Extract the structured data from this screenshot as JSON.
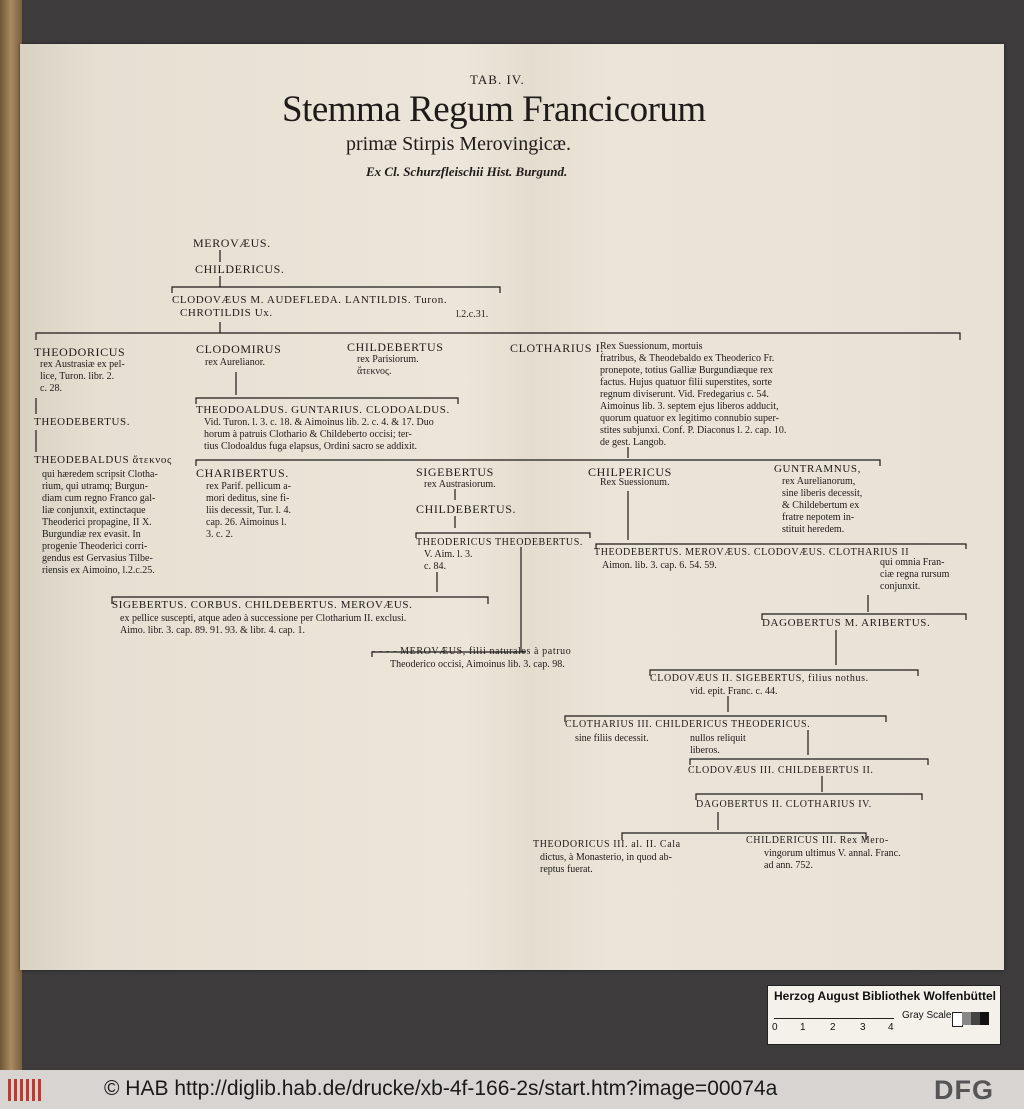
{
  "document": {
    "tab_label": "TAB. IV.",
    "title": "Stemma Regum Francicorum",
    "subtitle": "primæ Stirpis Merovingicæ.",
    "source": "Ex Cl. Schurzfleischii Hist. Burgund.",
    "nodes": {
      "merovaeus": "MEROVÆUS.",
      "childericus": "CHILDERICUS.",
      "clodovaeus_line": "CLODOVÆUS M. AUDEFLEDA. LANTILDIS. Turon.",
      "chrotildis": "CHROTILDIS Ux.",
      "chrotildis_ref": "l.2.c.31.",
      "theodoricus_name": "THEODORICUS",
      "theodoricus_note": "rex Austrasiæ ex pel-\nlice, Turon. libr. 2.\nc. 28.",
      "theodebertus": "THEODEBERTUS.",
      "theodebaldus_name": "THEODEBALDUS ἄτεκνος",
      "theodebaldus_note": "qui hæredem scripsit Clotha-\nrium, qui utramq; Burgun-\ndiam cum regno Franco gal-\nliæ conjunxit, extinctaque\nTheoderici propagine, II X.\nBurgundiæ rex evasit. In\nprogenie Theoderici corri-\ngendus est Gervasius Tilbe-\nriensis ex Aimoino, l.2.c.25.",
      "clodomirus_name": "CLODOMIRUS",
      "clodomirus_note": "rex Aurelianor.",
      "childebertus_name": "CHILDEBERTUS",
      "childebertus_note": "rex Parisiorum.\nἄτεκνος.",
      "clotharius_name": "CLOTHARIUS I.",
      "clotharius_note": "Rex Suessionum, mortuis\nfratribus, & Theodebaldo ex Theoderico Fr.\npronepote, totius Galliæ Burgundiæque rex\nfactus. Hujus quatuor filii superstites, sorte\nregnum diviserunt. Vid. Fredegarius c. 54.\nAimoinus lib. 3. septem ejus liberos adducit,\nquorum quatuor ex legitimo connubio super-\nstites subjunxi. Conf. P. Diaconus l. 2. cap. 10.\nde gest. Langob.",
      "theodoaldus_line": "THEODOALDUS. GUNTARIUS. CLODOALDUS.",
      "theodoaldus_note": "Vid. Turon. l. 3. c. 18. & Aimoinus lib. 2. c. 4. & 17. Duo\nhorum à patruis Clothario & Childeberto occisi; ter-\ntius Clodoaldus fuga elapsus, Ordini sacro se addixit.",
      "charibertus_name": "CHARIBERTUS.",
      "charibertus_note": "rex Parif. pellicum a-\nmori deditus, sine fi-\nliis decessit, Tur. l. 4.\ncap. 26. Aimoinus l.\n3. c. 2.",
      "sigebertus_name": "SIGEBERTUS",
      "sigebertus_note": "rex Austrasiorum.",
      "childebertus2": "CHILDEBERTUS.",
      "theodericus_theodebertus": "THEODERICUS THEODEBERTUS.",
      "theodericus_ref": "V. Aim. l. 3.\nc. 84.",
      "chilpericus_name": "CHILPERICUS",
      "chilpericus_note": "Rex Suessionum.",
      "guntramnus_name": "GUNTRAMNUS,",
      "guntramnus_note": "rex Aurelianorum,\nsine liberis decessit,\n& Childebertum ex\nfratre nepotem in-\nstituit heredem.",
      "theodebertus_line": "THEODEBERTUS. MEROVÆUS. CLODOVÆUS. CLOTHARIUS II",
      "theodebertus_ref": "Aimon. lib. 3. cap. 6. 54. 59.",
      "clotharius2_note": "qui omnia Fran-\nciæ regna rursum\nconjunxit.",
      "sigebertus_line": "SIGEBERTUS. CORBUS. CHILDEBERTUS. MEROVÆUS.",
      "sigebertus_line_note": "ex pellice suscepti, atque adeo à successione per Clotharium II. exclusi.\nAimo. libr. 3. cap. 89. 91. 93. & libr. 4. cap. 1.",
      "dagobertus_line": "DAGOBERTUS M. ARIBERTUS.",
      "merovaeus2_line": "- - - - MEROVÆUS, filii naturales à patruo",
      "merovaeus2_note": "Theoderico occisi, Aimoinus lib. 3. cap. 98.",
      "clodovaeus2_line": "CLODOVÆUS II. SIGEBERTUS, filius nothus.",
      "clodovaeus2_note": "vid. epit. Franc. c. 44.",
      "clotharius3_line": "CLOTHARIUS III. CHILDERICUS THEODERICUS.",
      "clotharius3_note": "sine filiis decessit.",
      "childericus_note": "nullos reliquit\nliberos.",
      "clodovaeus3_line": "CLODOVÆUS III. CHILDEBERTUS II.",
      "dagobertus2_line": "DAGOBERTUS II. CLOTHARIUS IV.",
      "theodoricus3_name": "THEODORICUS III. al. II. Cala",
      "theodoricus3_note": "dictus, à Monasterio, in quod ab-\nreptus fuerat.",
      "childericus3_name": "CHILDERICUS III. Rex Mero-",
      "childericus3_note": "vingorum ultimus V. annal. Franc.\nad ann. 752."
    }
  },
  "reference_card": {
    "library": "Herzog August Bibliothek Wolfenbüttel",
    "gray_scale_label": "Gray Scale",
    "ruler_numbers": [
      "0",
      "1",
      "2",
      "3",
      "4"
    ]
  },
  "footer": {
    "credit": "© HAB http://diglib.hab.de/drucke/xb-4f-166-2s/start.htm?image=00074a",
    "logo_right": "DFG"
  }
}
